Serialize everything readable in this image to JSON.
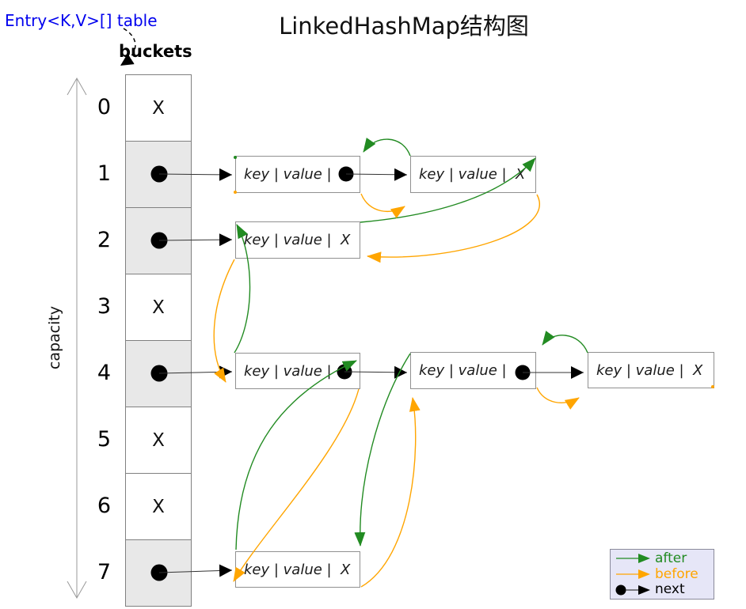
{
  "title": "LinkedHashMap结构图",
  "labels": {
    "table": "Entry<K,V>[] table",
    "buckets": "buckets",
    "capacity": "capacity"
  },
  "buckets": [
    {
      "index": "0",
      "value": "X"
    },
    {
      "index": "1",
      "value": ""
    },
    {
      "index": "2",
      "value": ""
    },
    {
      "index": "3",
      "value": "X"
    },
    {
      "index": "4",
      "value": ""
    },
    {
      "index": "5",
      "value": "X"
    },
    {
      "index": "6",
      "value": "X"
    },
    {
      "index": "7",
      "value": ""
    }
  ],
  "entries": [
    {
      "text": "key | value |"
    },
    {
      "text": "key | value |  X"
    },
    {
      "text": "key | value |  X"
    },
    {
      "text": "key | value |"
    },
    {
      "text": "key | value |"
    },
    {
      "text": "key | value |  X"
    },
    {
      "text": "key | value |  X"
    }
  ],
  "legend": {
    "after": "after",
    "before": "before",
    "next": "next"
  },
  "colors": {
    "after": "#228B22",
    "before": "#FFA500",
    "next": "#000000",
    "table_label_blue": "#0000EE",
    "bucket_fill": "#E8E8E8",
    "legend_bg": "#E6E6F7"
  }
}
